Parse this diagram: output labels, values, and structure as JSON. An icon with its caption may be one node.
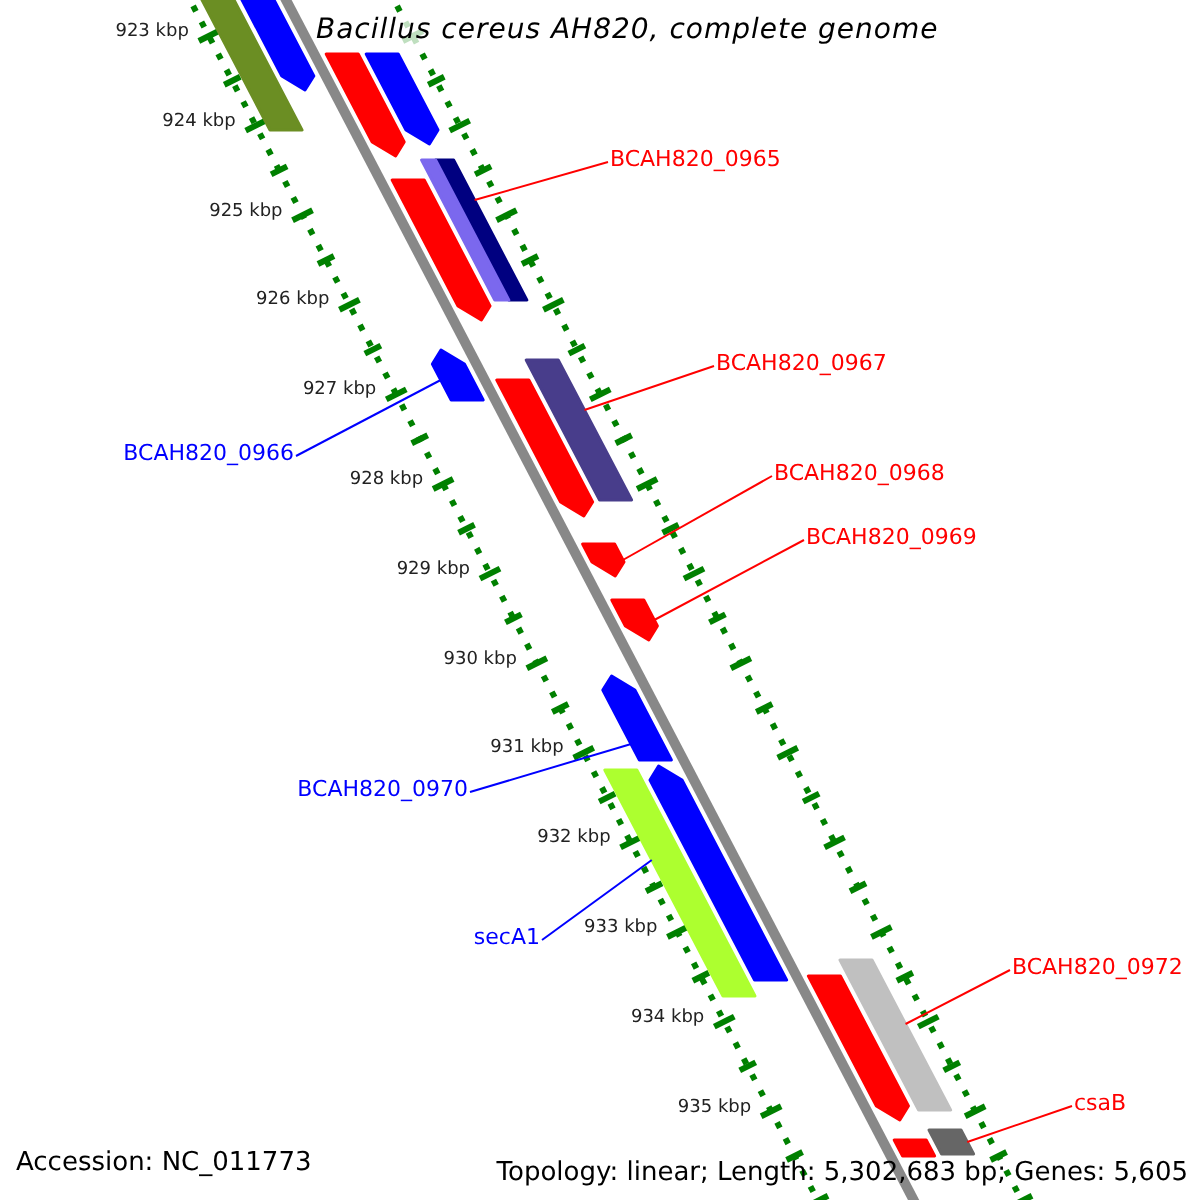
{
  "diagram": {
    "title": "Bacillus cereus AH820, complete genome",
    "nodes": [
      {
        "text": [
          "BCAH820_0965"
        ]
      },
      {
        "text": [],
        "shape": "bar"
      },
      {
        "text": [
          "BCAH820_0967"
        ]
      },
      {
        "text": [],
        "shape": "bar"
      },
      {
        "text": [
          "BCAH820_0966"
        ]
      },
      {
        "text": [],
        "shape": "bar"
      },
      {
        "text": [
          "BCAH820_0968"
        ]
      },
      {
        "text": [],
        "shape": "bar"
      },
      {
        "text": [
          "BCAH820_0969"
        ]
      },
      {
        "text": [],
        "shape": "bar"
      },
      {
        "text": [
          "BCAH820_0970"
        ]
      },
      {
        "text": [],
        "shape": "bar"
      },
      {
        "text": [
          "secA1"
        ]
      },
      {
        "text": [],
        "shape": "bar"
      },
      {
        "text": [
          "BCAH820_0972"
        ]
      },
      {
        "text": [],
        "shape": "bar"
      },
      {
        "text": [
          "csaB"
        ]
      },
      {
        "text": [],
        "shape": "bar"
      },
      {
        "text": [],
        "shape": "bar"
      },
      {
        "text": [],
        "shape": "bar"
      },
      {
        "text": [],
        "shape": "bar"
      },
      {
        "text": [],
        "shape": "bar"
      },
      {
        "text": [],
        "shape": "bar"
      },
      {
        "text": [],
        "shape": "bar"
      },
      {
        "text": [],
        "shape": "bar"
      },
      {
        "text": [],
        "shape": "bar"
      },
      {
        "text": [],
        "shape": "bar"
      },
      {
        "text": [],
        "shape": "bar"
      }
    ],
    "edges": [
      {
        "from": 0,
        "to": 1,
        "arrow": "none"
      },
      {
        "from": 2,
        "to": 3,
        "arrow": "none"
      },
      {
        "from": 4,
        "to": 5,
        "arrow": "none",
        "color": "#0000ff"
      },
      {
        "from": 6,
        "to": 7,
        "arrow": "none"
      },
      {
        "from": 8,
        "to": 9,
        "arrow": "none"
      },
      {
        "from": 10,
        "to": 11,
        "arrow": "none",
        "color": "#0000ff"
      },
      {
        "from": 12,
        "to": 13,
        "arrow": "none",
        "color": "#0000ff"
      },
      {
        "from": 14,
        "to": 15,
        "arrow": "none"
      },
      {
        "from": 16,
        "to": 17,
        "arrow": "none"
      }
    ],
    "labels": [
      "923 kbp",
      "924 kbp",
      "925 kbp",
      "926 kbp",
      "927 kbp",
      "928 kbp",
      "929 kbp",
      "930 kbp",
      "931 kbp",
      "932 kbp",
      "933 kbp",
      "934 kbp",
      "935 kbp",
      "Accession: NC_011773",
      "Topology: linear; Length: 5,302,683 bp; Genes: 5,605"
    ]
  }
}
